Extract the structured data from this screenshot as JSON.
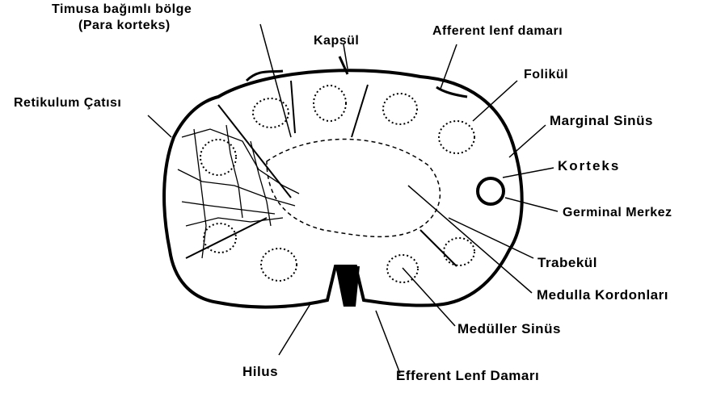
{
  "diagram": {
    "labels": {
      "timusa": "Timusa bağımlı bölge",
      "para_korteks": "(Para korteks)",
      "kapsul": "Kapsül",
      "afferent": "Afferent lenf damarı",
      "retikulum": "Retikulum Çatısı",
      "folikul": "Folikül",
      "marginal": "Marginal Sinüs",
      "korteks": "Korteks",
      "germinal": "Germinal Merkez",
      "trabekul": "Trabekül",
      "medulla": "Medulla Kordonları",
      "meduller": "Medüller Sinüs",
      "hilus": "Hilus",
      "efferent": "Efferent Lenf Damarı"
    }
  }
}
